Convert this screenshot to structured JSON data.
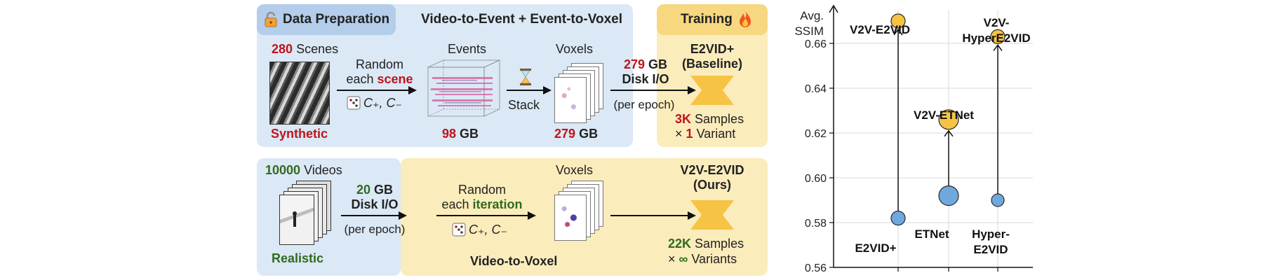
{
  "top": {
    "prep_tab": "Data Preparation",
    "section_title": "Video-to-Event + Event-to-Voxel",
    "scenes_count": "280",
    "scenes_label": "Scenes",
    "synthetic_label": "Synthetic",
    "random_label": "Random",
    "each_label": "each",
    "scene_word": "scene",
    "contrast_formula": "C₊, C₋",
    "events_label": "Events",
    "events_size": "98",
    "gb": "GB",
    "stack_label": "Stack",
    "voxels_label": "Voxels",
    "voxels_size": "279",
    "disk_io_size": "279",
    "disk_io_label": "Disk I/O",
    "per_epoch": "(per epoch)"
  },
  "training": {
    "tab": "Training",
    "baseline_title": "E2VID+",
    "baseline_sub": "(Baseline)",
    "baseline_samples_num": "3K",
    "samples_label": "Samples",
    "times": "×",
    "baseline_variant_num": "1",
    "variant_label": "Variant",
    "ours_title": "V2V-E2VID",
    "ours_sub": "(Ours)",
    "ours_samples_num": "22K",
    "infinity": "∞",
    "variants_label": "Variants"
  },
  "bottom": {
    "videos_count": "10000",
    "videos_label": "Videos",
    "realistic_label": "Realistic",
    "disk_io_size": "20",
    "gb": "GB",
    "disk_io_label": "Disk I/O",
    "per_epoch": "(per epoch)",
    "random_label": "Random",
    "each_label": "each",
    "iteration_word": "iteration",
    "contrast_formula": "C₊, C₋",
    "voxels_label": "Voxels",
    "section_title": "Video-to-Voxel"
  },
  "chart_data": {
    "type": "scatter",
    "ylabel_line1": "Avg.",
    "ylabel_line2": "SSIM",
    "ylim": [
      0.56,
      0.675
    ],
    "yticks": [
      0.56,
      0.58,
      0.6,
      0.62,
      0.64,
      0.66
    ],
    "grid": true,
    "colors": {
      "before": "#6fa8dc",
      "after": "#f6c344"
    },
    "pairs": [
      {
        "before_label": "E2VID+",
        "after_label": "V2V-E2VID",
        "before": 0.582,
        "after": 0.67
      },
      {
        "before_label": "ETNet",
        "after_label": "V2V-ETNet",
        "before": 0.592,
        "after": 0.626
      },
      {
        "before_label": "Hyper-E2VID",
        "after_label": "V2V-HyperE2VID",
        "before": 0.59,
        "after": 0.663
      }
    ]
  }
}
